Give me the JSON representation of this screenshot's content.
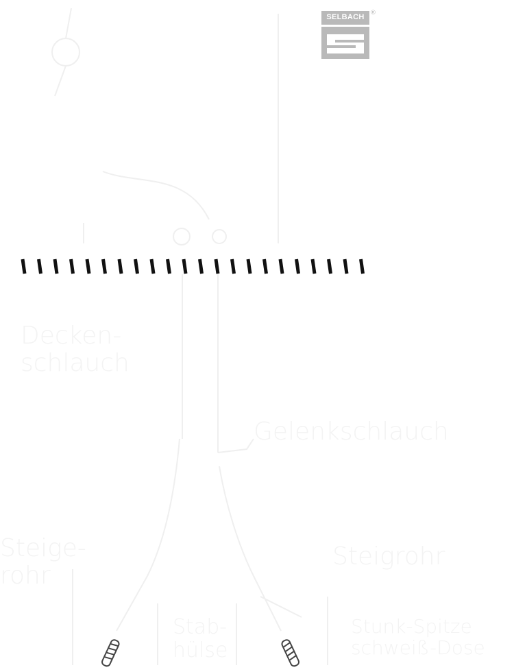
{
  "logo": {
    "brand": "SELBACH",
    "registered_mark": "®",
    "color": "#b9b9b9"
  },
  "labels": {
    "deckenschlauch": [
      "Decken-",
      "schlauch"
    ],
    "gelenkschlauch": "Gelenkschlauch",
    "steigrohr_left": [
      "Steige-",
      "rohr"
    ],
    "steigrohr_right": "Steigrohr",
    "bottom_middle": [
      "Stab-",
      "hülse"
    ],
    "bottom_right": [
      "Stunk-Spitze",
      "schweiß-Dose"
    ]
  },
  "colors": {
    "faint_text": "#f3f3f3",
    "faint_line": "#efefef",
    "hatch": "#111111",
    "screw": "#444444"
  }
}
